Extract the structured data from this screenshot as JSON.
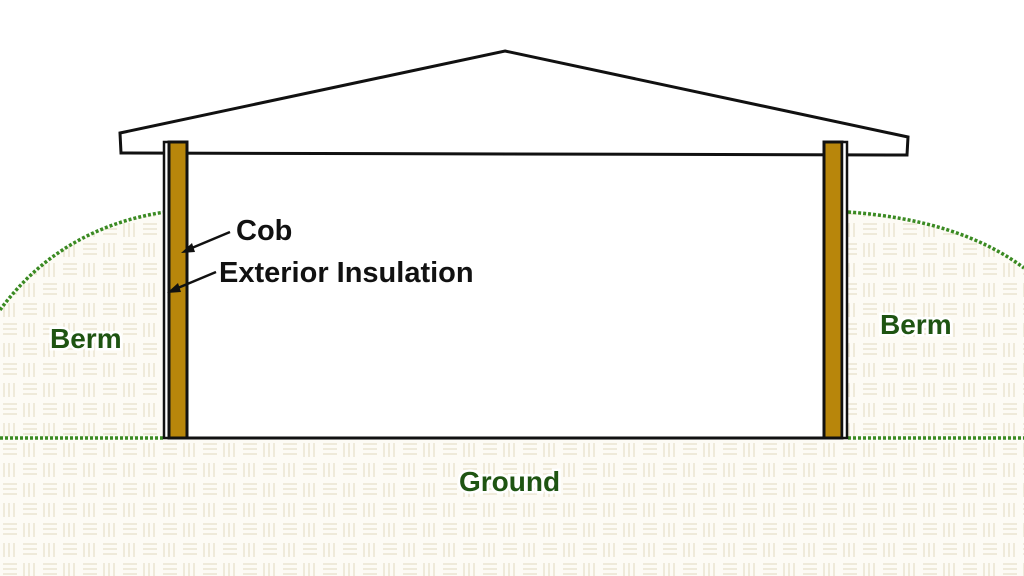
{
  "labels": {
    "cob": "Cob",
    "exterior_insulation": "Exterior Insulation",
    "berm_left": "Berm",
    "berm_right": "Berm",
    "ground": "Ground"
  },
  "colors": {
    "berm_label": "#1e5412",
    "berm_outline": "#3a8a22",
    "soil_fill": "#fdfbf5",
    "soil_pattern": "#e6dfc8",
    "cob_wall": "#b8860b",
    "outline": "#111111"
  }
}
